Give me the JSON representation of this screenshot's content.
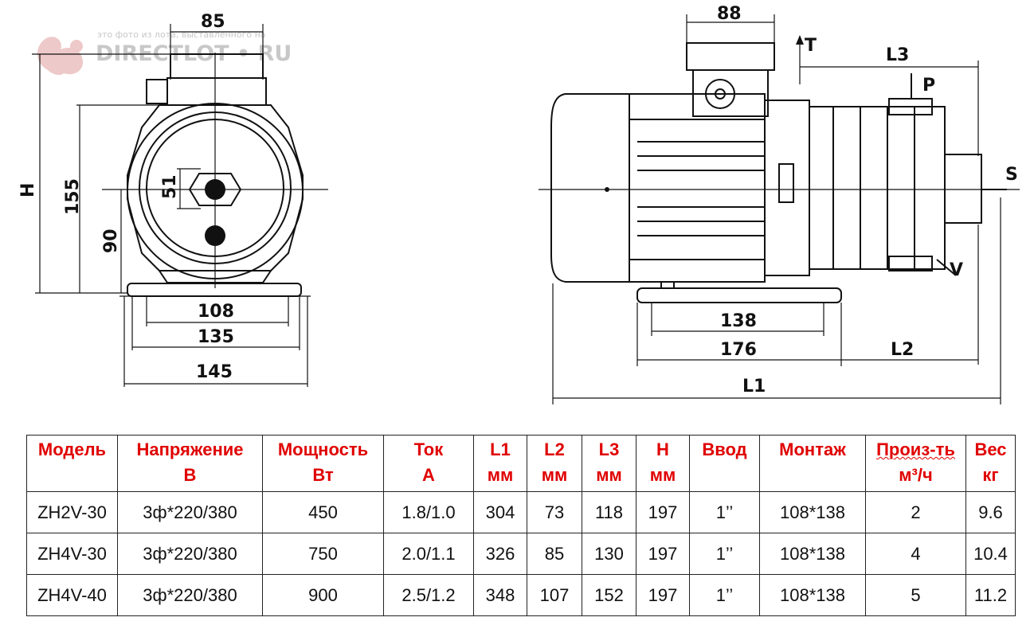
{
  "watermark": {
    "caption": "это фото из лота, выставленного на",
    "brand": "DIRECTLOT • RU"
  },
  "front_view": {
    "dims": {
      "top_width": "85",
      "height_total": "H",
      "height_155": "155",
      "height_90": "90",
      "shaft_51": "51",
      "base_108": "108",
      "base_135": "135",
      "base_145": "145"
    }
  },
  "side_view": {
    "dims": {
      "top_88": "88",
      "T": "T",
      "L3": "L3",
      "P": "P",
      "S": "S",
      "V": "V",
      "base_138": "138",
      "base_176": "176",
      "L2": "L2",
      "L1": "L1"
    }
  },
  "table": {
    "headers": [
      {
        "top": "Модель",
        "unit": ""
      },
      {
        "top": "Напряжение",
        "unit": "В"
      },
      {
        "top": "Мощность",
        "unit": "Вт"
      },
      {
        "top": "Ток",
        "unit": "А"
      },
      {
        "top": "L1",
        "unit": "мм"
      },
      {
        "top": "L2",
        "unit": "мм"
      },
      {
        "top": "L3",
        "unit": "мм"
      },
      {
        "top": "H",
        "unit": "мм"
      },
      {
        "top": "Ввод",
        "unit": ""
      },
      {
        "top": "Монтаж",
        "unit": ""
      },
      {
        "top": "Произ-ть",
        "unit": "м³/ч"
      },
      {
        "top": "Вес",
        "unit": "кг"
      }
    ],
    "rows": [
      [
        "ZH2V-30",
        "3ф*220/380",
        "450",
        "1.8/1.0",
        "304",
        "73",
        "118",
        "197",
        "1’’",
        "108*138",
        "2",
        "9.6"
      ],
      [
        "ZH4V-30",
        "3ф*220/380",
        "750",
        "2.0/1.1",
        "326",
        "85",
        "130",
        "197",
        "1’’",
        "108*138",
        "4",
        "10.4"
      ],
      [
        "ZH4V-40",
        "3ф*220/380",
        "900",
        "2.5/1.2",
        "348",
        "107",
        "152",
        "197",
        "1’’",
        "108*138",
        "5",
        "11.2"
      ]
    ]
  },
  "colors": {
    "header_text": "#e00000",
    "line": "#111111",
    "watermark": "#c8c8c8"
  }
}
